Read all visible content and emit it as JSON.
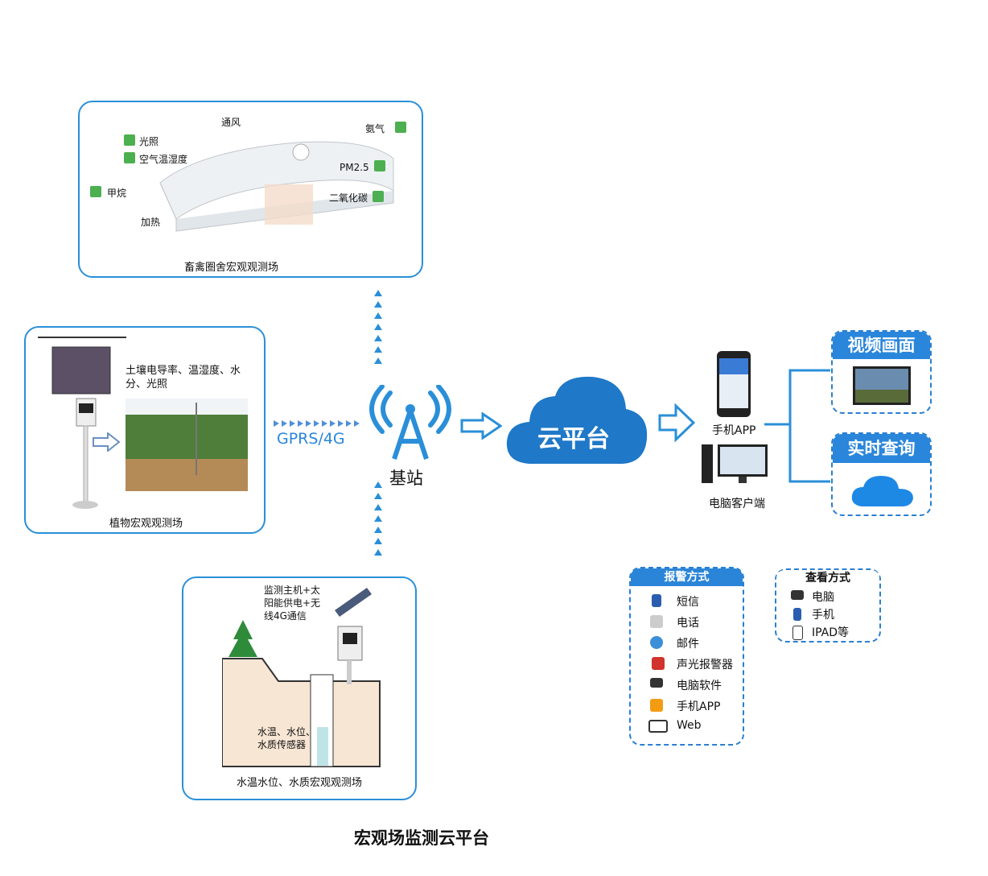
{
  "livestock": {
    "caption": "畜禽圈舍宏观观测场",
    "labels": {
      "ventilation": "通风",
      "ammonia": "氨气",
      "light": "光照",
      "air_temp_humidity": "空气温湿度",
      "pm25": "PM2.5",
      "methane": "甲烷",
      "co2": "二氧化碳",
      "heating": "加热"
    }
  },
  "plant": {
    "caption": "植物宏观观测场",
    "sensor_text_line1": "土壤电导率、温湿度、水",
    "sensor_text_line2": "分、光照"
  },
  "water": {
    "caption": "水温水位、水质宏观观测场",
    "host_line1": "监测主机+太",
    "host_line2": "阳能供电+无",
    "host_line3": "线4G通信",
    "sensor_line1": "水温、水位、",
    "sensor_line2": "水质传感器"
  },
  "network": {
    "protocol": "GPRS/4G",
    "base_station": "基站",
    "cloud": "云平台"
  },
  "clients": {
    "mobile_app": "手机APP",
    "pc_client": "电脑客户端"
  },
  "outputs": {
    "video": "视频画面",
    "realtime": "实时查询"
  },
  "alarm": {
    "title": "报警方式",
    "items": [
      "短信",
      "电话",
      "邮件",
      "声光报警器",
      "电脑软件",
      "手机APP",
      "Web"
    ]
  },
  "view": {
    "title": "查看方式",
    "items": [
      "电脑",
      "手机",
      "IPAD等"
    ]
  },
  "footer": {
    "title": "宏观场监测云平台"
  },
  "colors": {
    "accent": "#2a8fd8",
    "cloud": "#1f78c8"
  }
}
